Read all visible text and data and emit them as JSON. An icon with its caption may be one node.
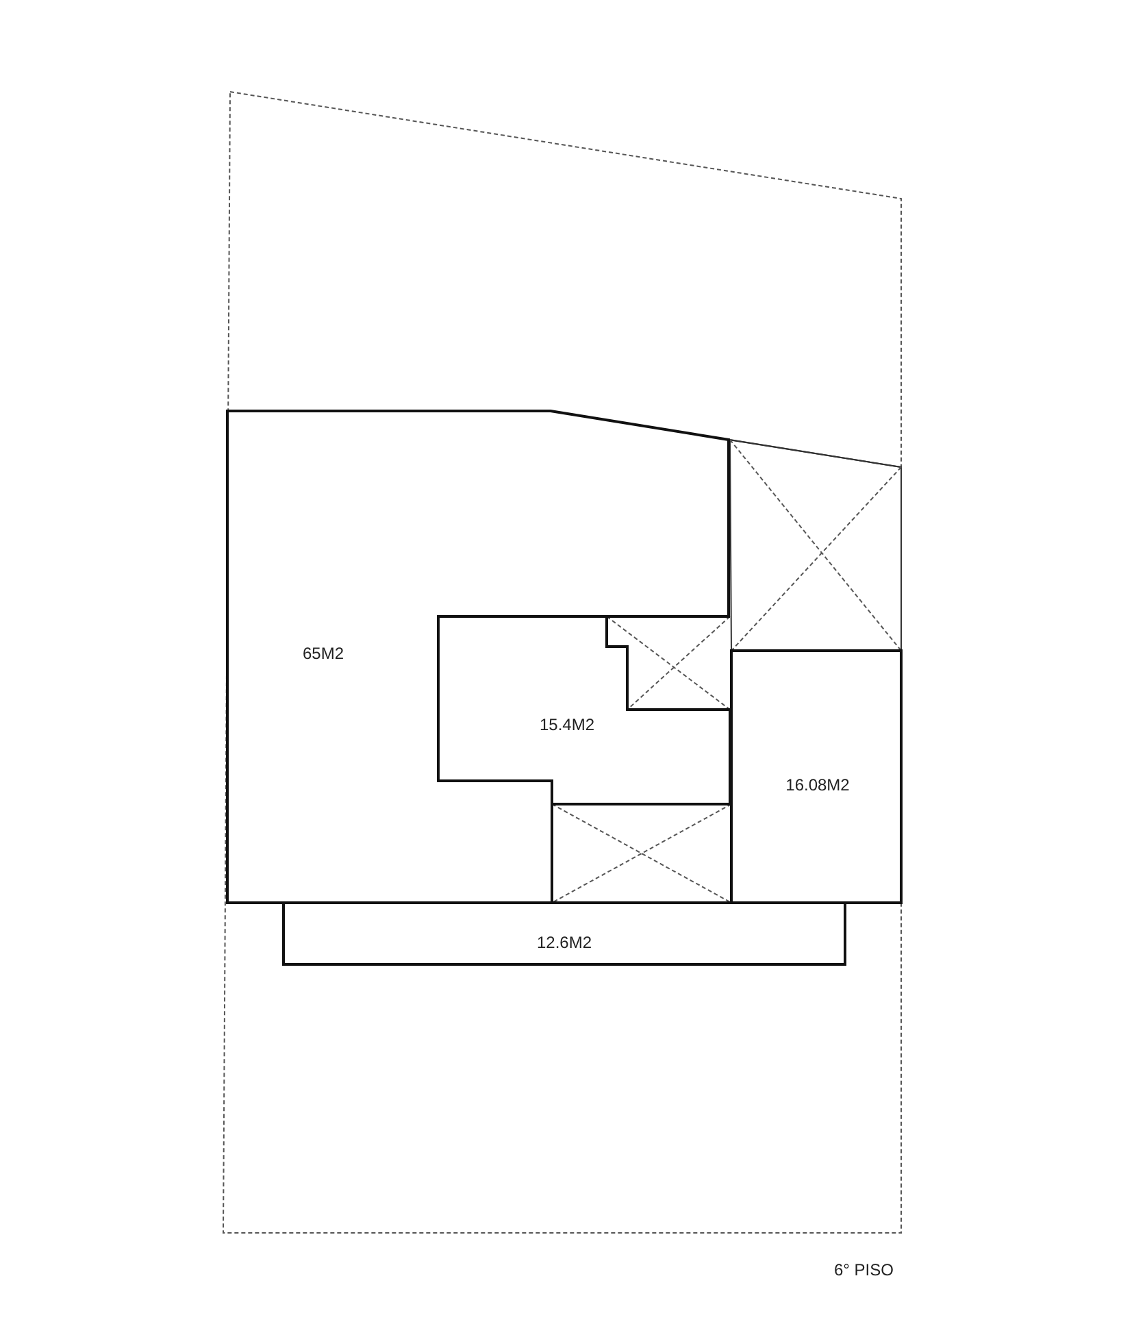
{
  "diagram": {
    "nodes": [
      {
        "text": [
          "65M2"
        ]
      },
      {
        "text": [
          "15.4M2"
        ]
      },
      {
        "text": [
          "16.08M2"
        ]
      },
      {
        "text": [
          "12.6M2"
        ]
      }
    ],
    "labels": [
      "6° PISO"
    ]
  }
}
